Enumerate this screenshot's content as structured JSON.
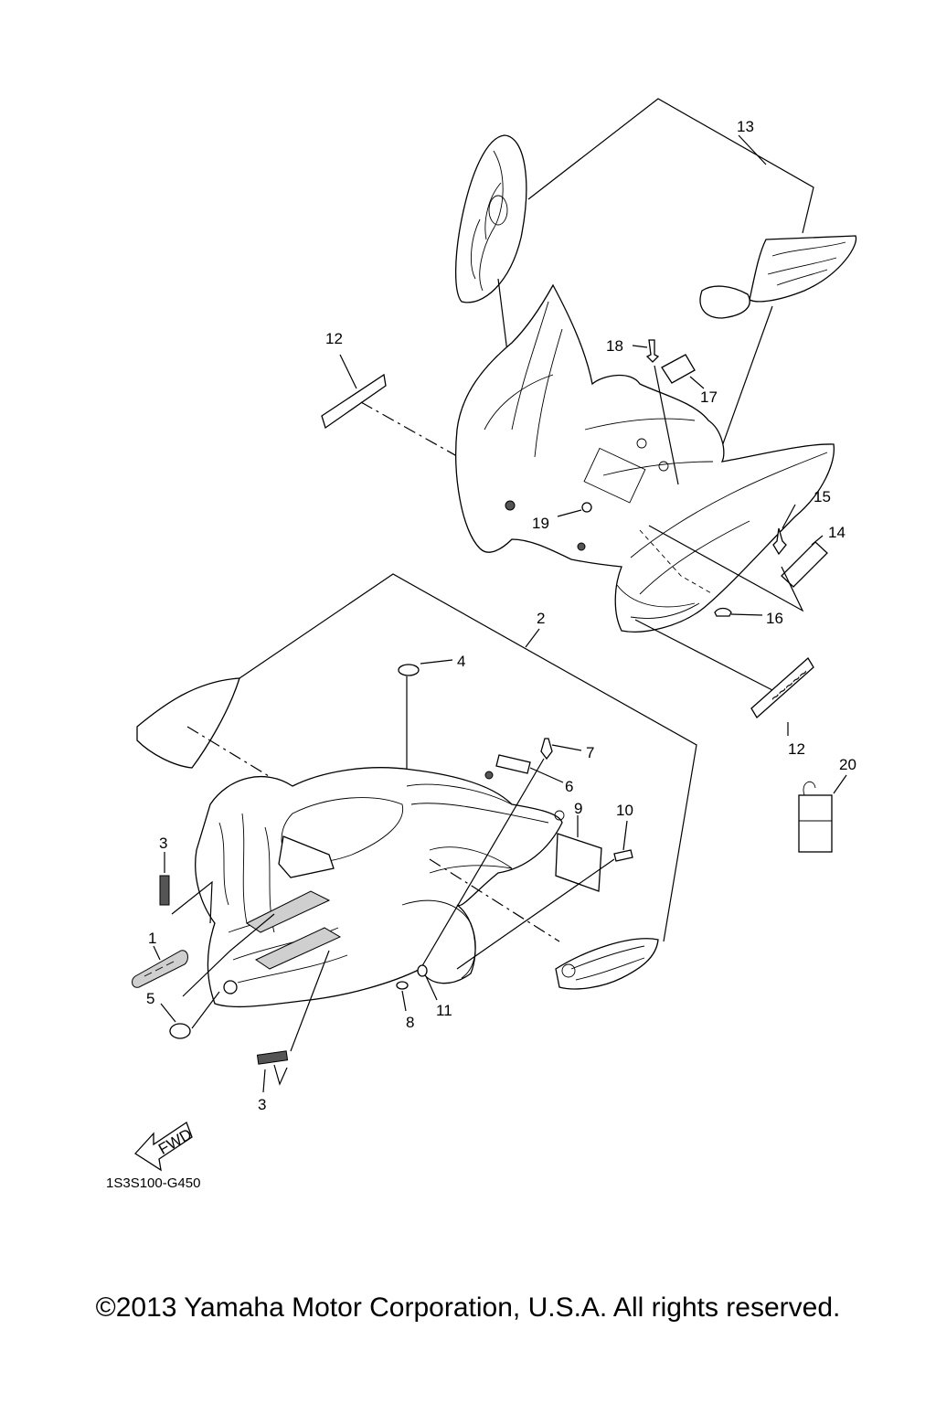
{
  "diagram": {
    "code": "1S3S100-G450",
    "fwd_label": "FWD",
    "callouts": [
      {
        "id": "c13",
        "label": "13"
      },
      {
        "id": "c12a",
        "label": "12"
      },
      {
        "id": "c18",
        "label": "18"
      },
      {
        "id": "c17",
        "label": "17"
      },
      {
        "id": "c15",
        "label": "15"
      },
      {
        "id": "c14",
        "label": "14"
      },
      {
        "id": "c19",
        "label": "19"
      },
      {
        "id": "c16",
        "label": "16"
      },
      {
        "id": "c2",
        "label": "2"
      },
      {
        "id": "c4",
        "label": "4"
      },
      {
        "id": "c7",
        "label": "7"
      },
      {
        "id": "c6",
        "label": "6"
      },
      {
        "id": "c9",
        "label": "9"
      },
      {
        "id": "c10",
        "label": "10"
      },
      {
        "id": "c12b",
        "label": "12"
      },
      {
        "id": "c20",
        "label": "20"
      },
      {
        "id": "c3a",
        "label": "3"
      },
      {
        "id": "c1",
        "label": "1"
      },
      {
        "id": "c5",
        "label": "5"
      },
      {
        "id": "c8",
        "label": "8"
      },
      {
        "id": "c11",
        "label": "11"
      },
      {
        "id": "c3b",
        "label": "3"
      }
    ]
  },
  "copyright": "©2013 Yamaha Motor Corporation, U.S.A. All rights reserved."
}
